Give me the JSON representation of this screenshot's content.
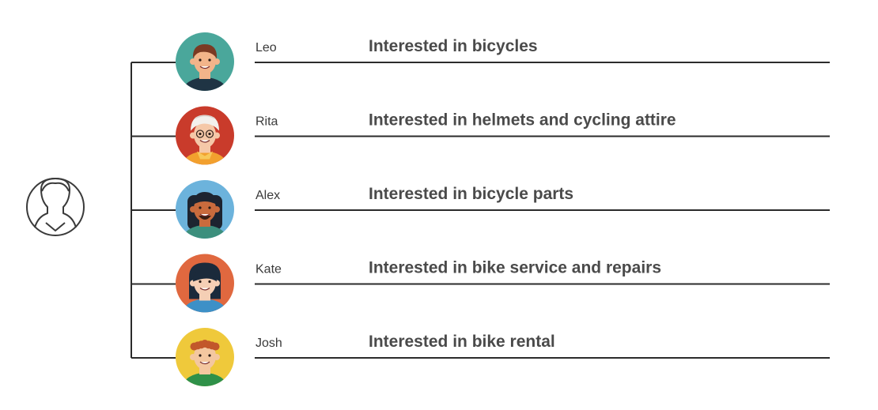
{
  "root": {
    "icon": "generic-user-outline-icon"
  },
  "people": [
    {
      "name": "Leo",
      "interest": "Interested in bicycles",
      "avatar": {
        "icon": "avatar-man-short-brown-hair-icon",
        "bg": "#4aa79b",
        "skin": "#f2b48a",
        "hair": "#7a3a23",
        "shirt": "#1f3444"
      }
    },
    {
      "name": "Rita",
      "interest": "Interested in helmets and cycling attire",
      "avatar": {
        "icon": "avatar-woman-helmet-glasses-icon",
        "bg": "#c93b2b",
        "skin": "#f5c8a8",
        "hair": "#f3f0ec",
        "shirt": "#f2a02e"
      }
    },
    {
      "name": "Alex",
      "interest": "Interested in bicycle parts",
      "avatar": {
        "icon": "avatar-man-dreadlocks-icon",
        "bg": "#6cb3dc",
        "skin": "#c96b3d",
        "hair": "#1d2430",
        "shirt": "#3c8f7d"
      }
    },
    {
      "name": "Kate",
      "interest": "Interested in bike service and repairs",
      "avatar": {
        "icon": "avatar-woman-dark-hair-icon",
        "bg": "#e0683f",
        "skin": "#f5cfb5",
        "hair": "#1b2a3b",
        "shirt": "#3d90c7"
      }
    },
    {
      "name": "Josh",
      "interest": "Interested in bike rental",
      "avatar": {
        "icon": "avatar-man-curly-hair-icon",
        "bg": "#efc93b",
        "skin": "#f4c7a0",
        "hair": "#c2572b",
        "shirt": "#2f9149"
      }
    }
  ],
  "colors": {
    "lines": "#2b2b2b",
    "root_icon": "#3a3a3a",
    "name_text": "#3a3a3a",
    "interest_text": "#4a4a4a"
  }
}
